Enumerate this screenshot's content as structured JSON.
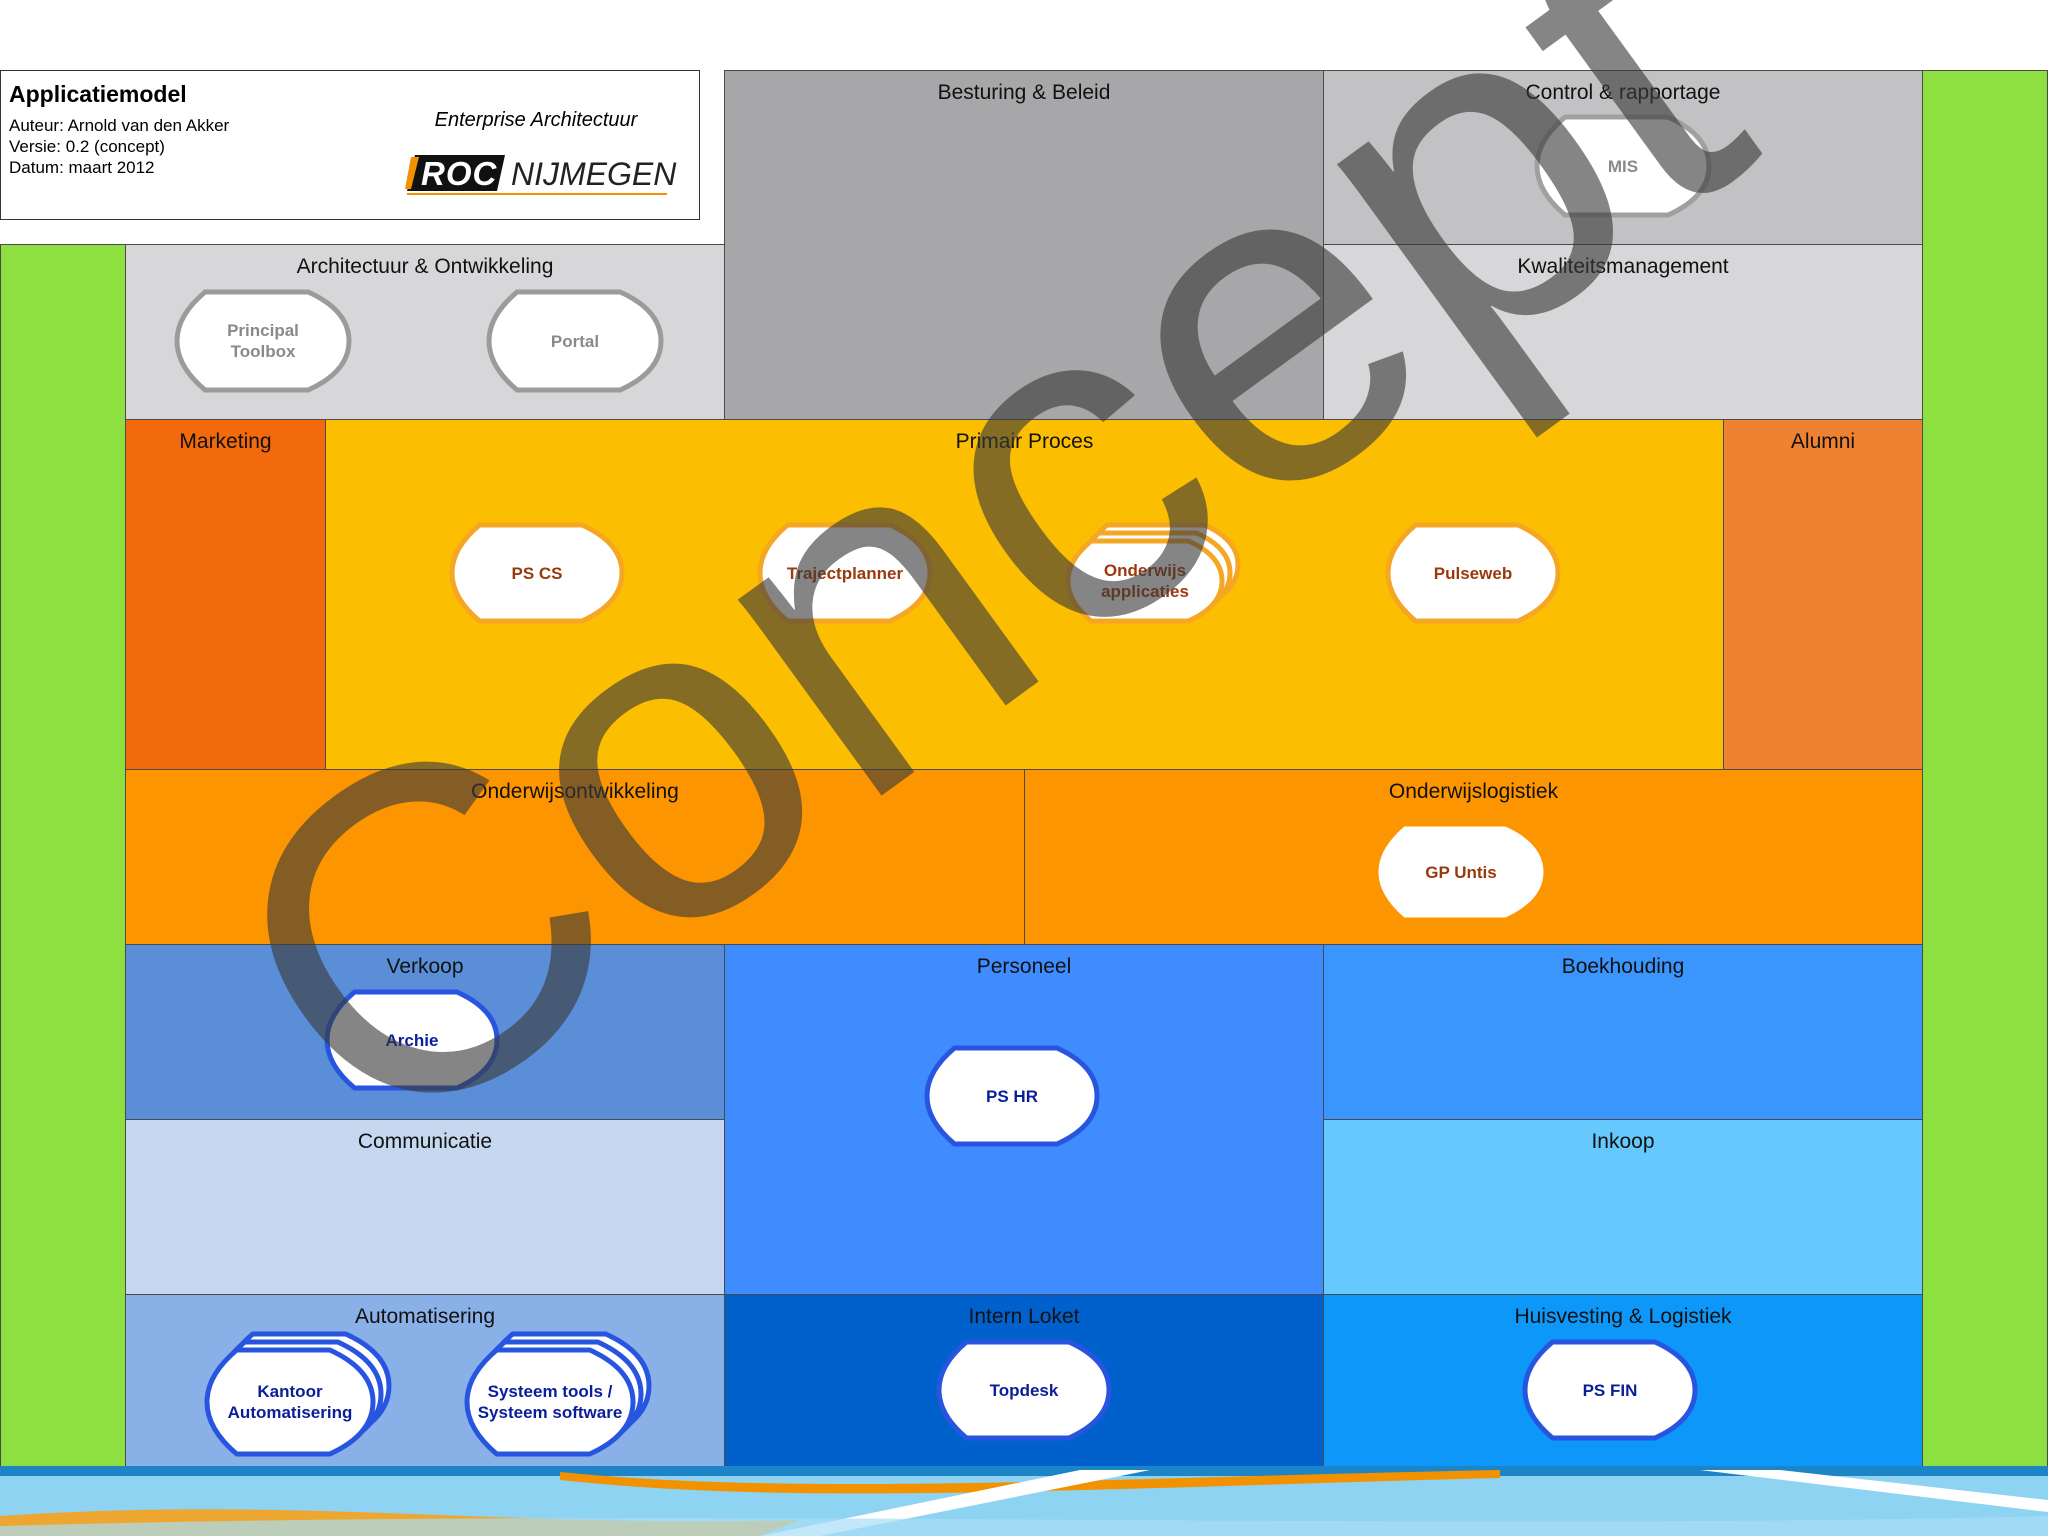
{
  "header": {
    "title": "Applicatiemodel",
    "author": "Auteur: Arnold van den Akker",
    "version": "Versie: 0.2 (concept)",
    "date": "Datum: maart 2012",
    "subtitle": "Enterprise Architectuur",
    "logo_roc": "ROC",
    "logo_city": "NIJMEGEN"
  },
  "blocks": {
    "besturing": "Besturing & Beleid",
    "control": "Control & rapportage",
    "architectuur": "Architectuur & Ontwikkeling",
    "kwaliteit": "Kwaliteitsmanagement",
    "marketing": "Marketing",
    "primair": "Primair Proces",
    "alumni": "Alumni",
    "onderwijsontwikkeling": "Onderwijsontwikkeling",
    "onderwijslogistiek": "Onderwijslogistiek",
    "verkoop": "Verkoop",
    "personeel": "Personeel",
    "boekhouding": "Boekhouding",
    "communicatie": "Communicatie",
    "inkoop": "Inkoop",
    "automatisering": "Automatisering",
    "intern_loket": "Intern Loket",
    "huisvesting": "Huisvesting & Logistiek"
  },
  "apps": {
    "mis": "MIS",
    "principal_toolbox": "Principal Toolbox",
    "portal": "Portal",
    "ps_cs": "PS CS",
    "trajectplanner": "Trajectplanner",
    "onderwijs_applicaties": "Onderwijs applicaties",
    "pulseweb": "Pulseweb",
    "gp_untis": "GP Untis",
    "archie": "Archie",
    "ps_hr": "PS HR",
    "kantoor_automatisering": "Kantoor Automatisering",
    "systeem_tools": "Systeem tools / Systeem software",
    "topdesk": "Topdesk",
    "ps_fin": "PS FIN"
  },
  "watermark": "Concept",
  "colors": {
    "green_side": "#8ee040",
    "grey_dark": "#a7a6a8",
    "grey_mid": "#c2c1c3",
    "grey_light": "#d7d7d9",
    "marketing": "#f26a0c",
    "primair": "#fcbe00",
    "alumni": "#ef8230",
    "onderwijs": "#fd9500",
    "verkoop": "#5a8fd8",
    "personeel": "#3f8cff",
    "boekhouding": "#3a96fc",
    "communicatie": "#c6d8f0",
    "inkoop": "#66c9fd",
    "automatisering": "#8ab0e8",
    "intern_loket": "#0061cc",
    "huisvesting": "#0d98f9",
    "app_text_grey": "#8a8a8a",
    "app_text_orange": "#9a3a0c",
    "app_text_blue": "#0a1e9a"
  },
  "icons": [
    "application-shape-icon",
    "stacked-application-icon",
    "roc-logo-icon"
  ]
}
